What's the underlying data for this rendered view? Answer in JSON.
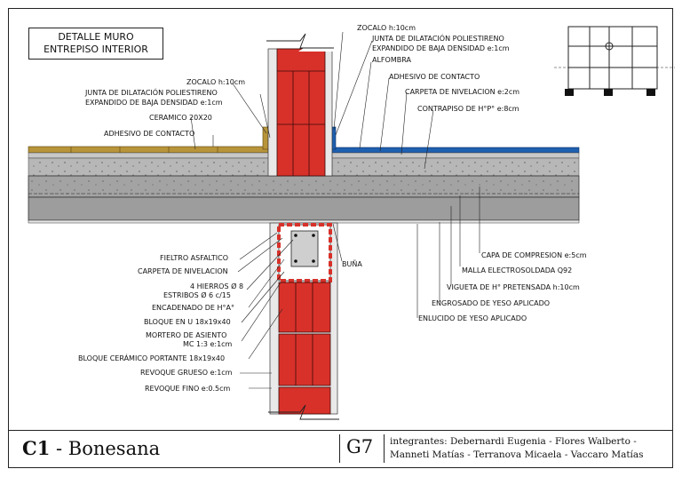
{
  "title": {
    "line1": "DETALLE MURO",
    "line2": "ENTREPISO INTERIOR"
  },
  "labels_upper_left": [
    "ZOCALO h:10cm",
    "JUNTA DE DILATACIÓN POLIESTIRENO",
    "EXPANDIDO DE BAJA DENSIDAD e:1cm",
    "CERAMICO 20X20",
    "ADHESIVO DE CONTACTO"
  ],
  "labels_upper_right": [
    "ZOCALO h:10cm",
    "JUNTA DE DILATACIÓN POLIESTIRENO",
    "EXPANDIDO DE BAJA DENSIDAD e:1cm",
    "ALFOMBRA",
    "ADHESIVO DE CONTACTO",
    "CARPETA DE NIVELACION e:2cm",
    "CONTRAPISO DE H°P° e:8cm"
  ],
  "labels_lower_left": [
    "FIELTRO ASFALTICO",
    "CARPETA DE NIVELACION",
    "4 HIERROS Ø 8",
    "ESTRIBOS Ø 6 c/15",
    "ENCADENADO DE H°A°",
    "BLOQUE EN U 18x19x40",
    "MORTERO DE ASIENTO",
    "MC 1:3 e:1cm",
    "BLOQUE CERÁMICO PORTANTE 18x19x40",
    "REVOQUE GRUESO e:1cm",
    "REVOQUE FINO e:0.5cm"
  ],
  "label_buna": "BUÑA",
  "labels_lower_right": [
    "CAPA DE COMPRESION e:5cm",
    "MALLA ELECTROSOLDADA Q92",
    "VIGUETA DE H° PRETENSADA h:10cm",
    "ENGROSADO DE YESO APLICADO",
    "ENLUCIDO DE YESO APLICADO"
  ],
  "footer": {
    "course_code": "C1",
    "course_name": " - Bonesana",
    "group": "G7",
    "members_line1": "integrantes: Debernardi Eugenia - Flores Walberto -",
    "members_line2": "Manneti Matías - Terranova Micaela - Vaccaro Matías"
  },
  "colors": {
    "brick": "#d8312a",
    "ceramic": "#b8943a",
    "carpet": "#1f5fb0",
    "concrete": "#b5b5b5",
    "slab": "#9a9a9a"
  }
}
